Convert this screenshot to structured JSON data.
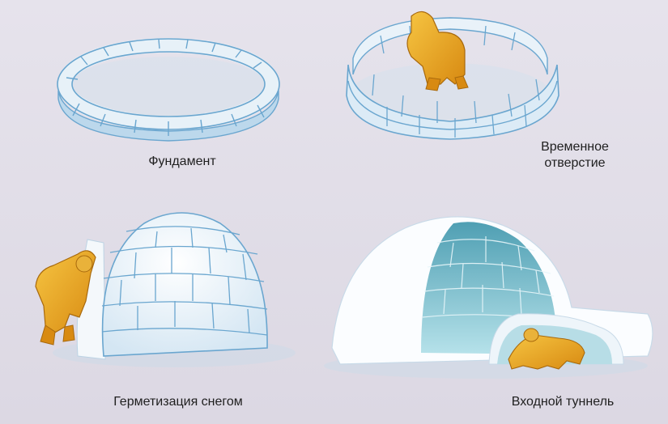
{
  "captions": {
    "foundation": "Фундамент",
    "temporary_opening_line1": "Временное",
    "temporary_opening_line2": "отверстие",
    "snow_sealing": "Герметизация снегом",
    "entrance_tunnel": "Входной туннель"
  },
  "colors": {
    "background": "#e4e1ea",
    "ice_block": "#dbe9f3",
    "ice_edge": "#7fb2d6",
    "snow": "#ffffff",
    "parka": "#e6a21c",
    "interior_shadow": "#7fc8d6"
  }
}
